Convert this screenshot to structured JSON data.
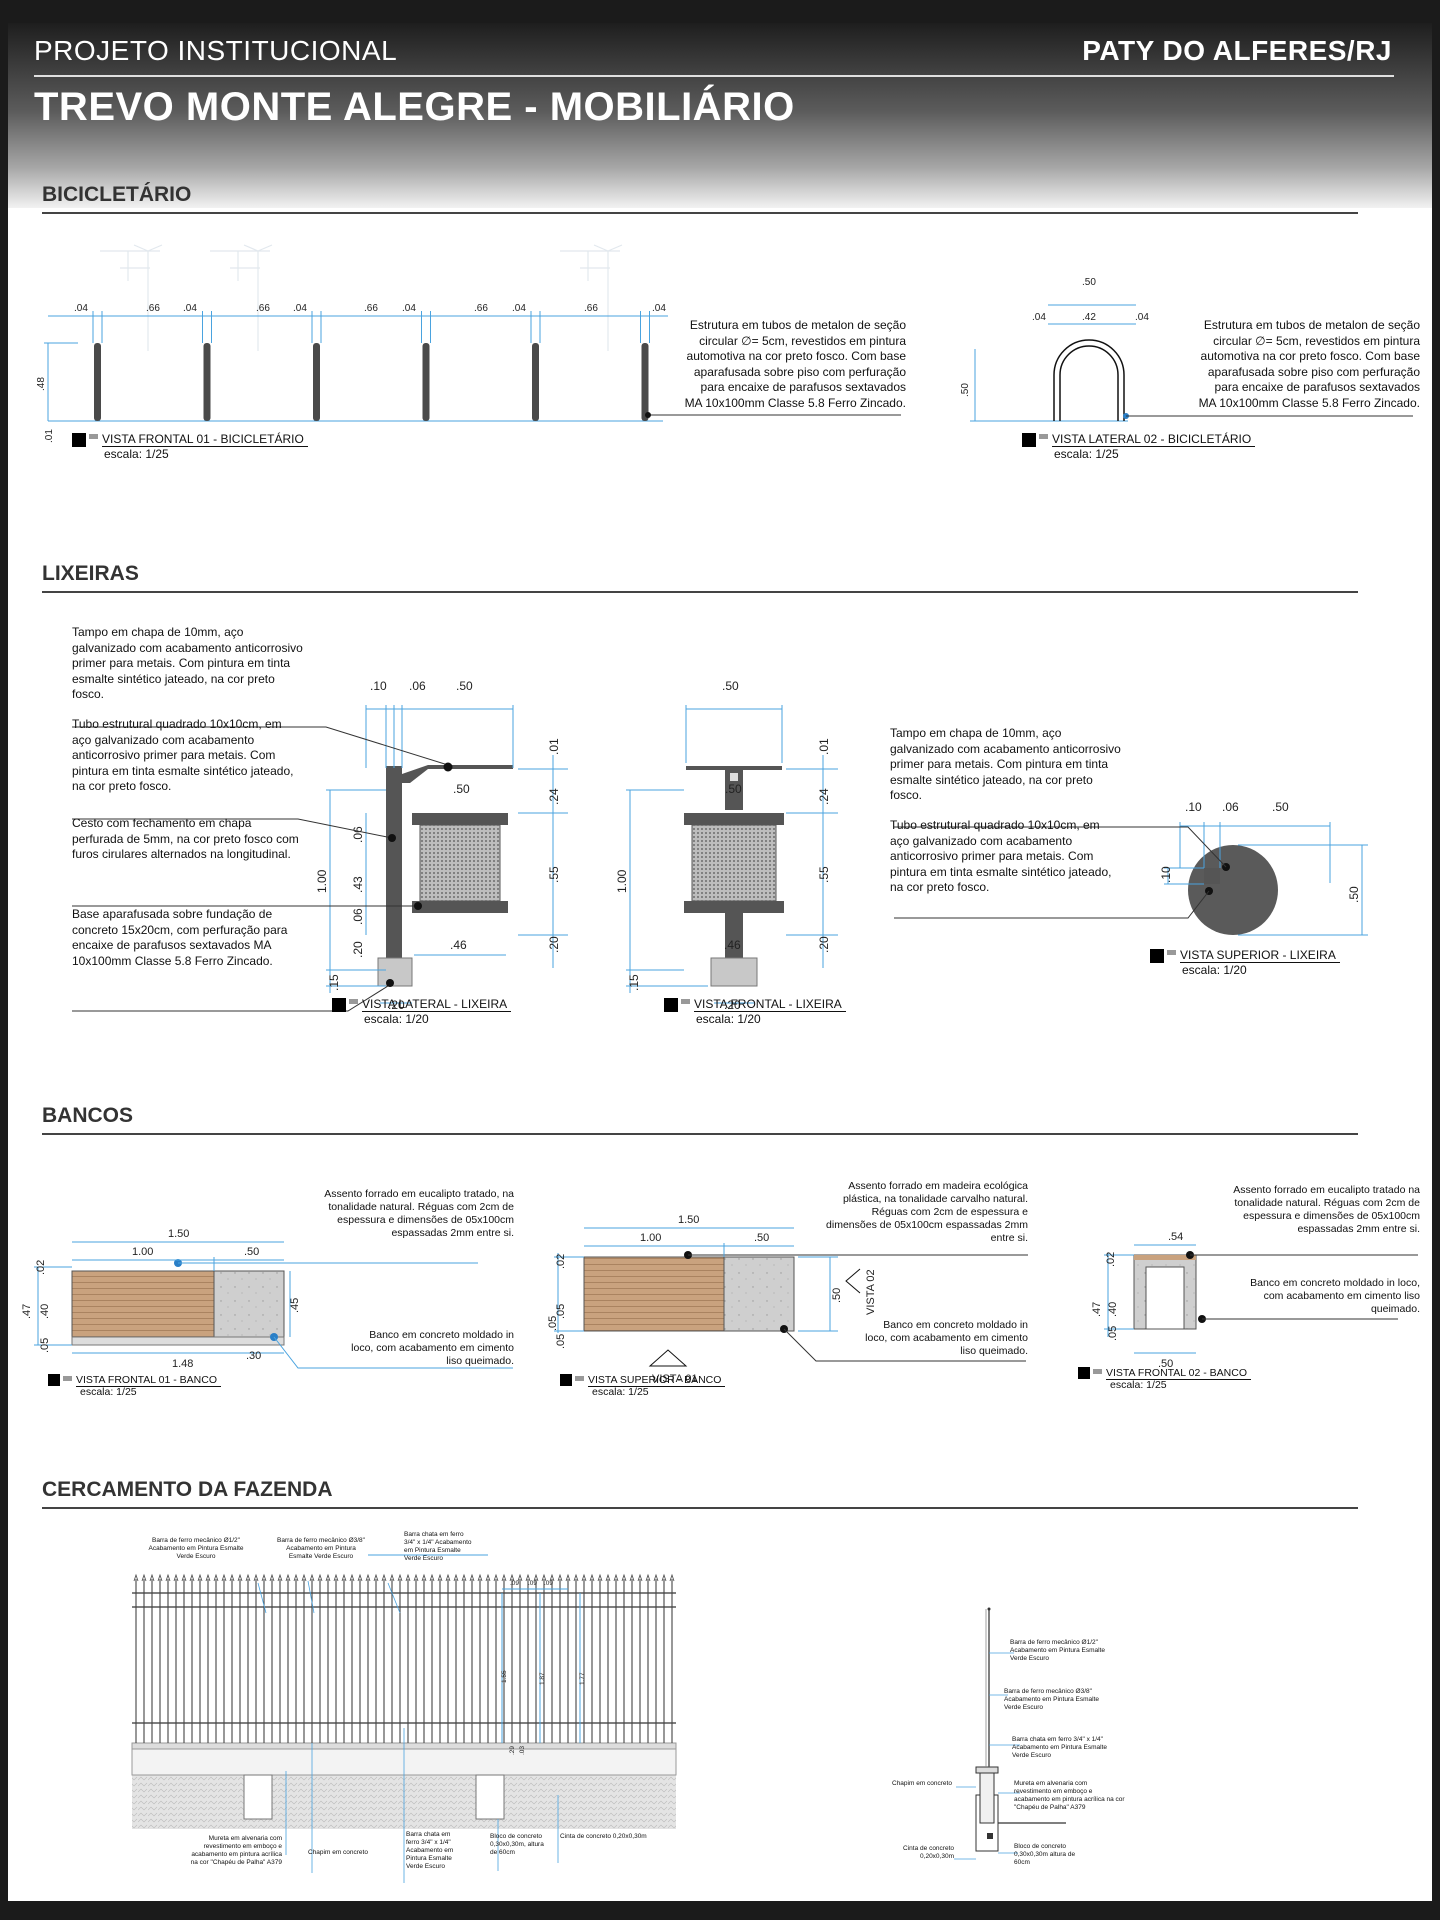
{
  "header": {
    "project_label": "PROJETO INSTITUCIONAL",
    "location": "PATY DO ALFERES/RJ",
    "title": "TREVO MONTE ALEGRE - MOBILIÁRIO"
  },
  "bicicletario": {
    "title": "BICICLETÁRIO",
    "front_dims": [
      ".04",
      ".66",
      ".04",
      ".66",
      ".04",
      ".66",
      ".04",
      ".66",
      ".04",
      ".66",
      ".04",
      ".48",
      ".01"
    ],
    "front_note": "Estrutura em tubos de metalon de seção circular ∅= 5cm, revestidos em pintura automotiva na cor preto fosco. Com base aparafusada sobre piso com perfuração para encaixe de parafusos sextavados MA 10x100mm Classe 5.8 Ferro Zincado.",
    "front_view": "VISTA FRONTAL 01 - BICICLETÁRIO",
    "front_scale": "escala: 1/25",
    "side_dims": [
      ".50",
      ".04",
      ".42",
      ".04",
      ".50"
    ],
    "side_note": "Estrutura em tubos de metalon de seção circular ∅= 5cm, revestidos em pintura automotiva na cor preto fosco. Com base aparafusada sobre piso com perfuração para encaixe de parafusos sextavados MA 10x100mm Classe 5.8 Ferro Zincado.",
    "side_view": "VISTA LATERAL 02 - BICICLETÁRIO",
    "side_scale": "escala: 1/25"
  },
  "lixeiras": {
    "title": "LIXEIRAS",
    "note_tampo": "Tampo em chapa de 10mm, aço galvanizado com acabamento anticorrosivo primer para metais. Com pintura em tinta esmalte sintético jateado, na cor preto fosco.",
    "note_tubo": "Tubo estrutural quadrado 10x10cm, em aço galvanizado com acabamento anticorrosivo primer para metais. Com pintura em tinta esmalte sintético jateado, na cor preto fosco.",
    "note_cesto": "Cesto com fechamento em chapa perfurada de 5mm, na cor preto fosco com furos cirulares alternados na longitudinal.",
    "note_base": "Base aparafusada sobre fundação de concreto 15x20cm, com perfuração para encaixe de parafusos sextavados MA 10x100mm Classe 5.8 Ferro Zincado.",
    "lateral_dims": [
      ".10",
      ".06",
      ".50",
      ".50",
      ".01",
      ".24",
      ".55",
      ".20",
      "1.00",
      ".06",
      ".43",
      ".06",
      ".20",
      ".15",
      ".46",
      ".20"
    ],
    "lateral_view": "VISTA LATERAL - LIXEIRA",
    "lateral_scale": "escala: 1/20",
    "frontal_dims": [
      ".50",
      ".50",
      ".01",
      ".24",
      ".55",
      ".20",
      "1.00",
      ".15",
      ".46",
      ".20"
    ],
    "frontal_view": "VISTA FRONTAL - LIXEIRA",
    "frontal_scale": "escala: 1/20",
    "top_note_tampo": "Tampo em chapa de 10mm, aço galvanizado com acabamento anticorrosivo primer para metais. Com pintura em tinta esmalte sintético jateado, na cor preto fosco.",
    "top_note_tubo": "Tubo estrutural quadrado 10x10cm, em aço galvanizado com acabamento anticorrosivo primer para metais. Com pintura em tinta esmalte sintético jateado, na cor preto fosco.",
    "top_dims": [
      ".10",
      ".06",
      ".50",
      ".10",
      ".50"
    ],
    "top_view": "VISTA SUPERIOR - LIXEIRA",
    "top_scale": "escala: 1/20"
  },
  "bancos": {
    "title": "BANCOS",
    "f1_note_top": "Assento forrado em eucalipto tratado, na tonalidade natural. Réguas com 2cm de espessura e dimensões de 05x100cm espassadas 2mm entre si.",
    "f1_note_bottom": "Banco em concreto moldado in loco, com acabamento em cimento liso queimado.",
    "f1_dims": [
      "1.50",
      "1.00",
      ".50",
      ".02",
      ".47",
      ".40",
      ".05",
      ".45",
      "1.48",
      ".30"
    ],
    "f1_view": "VISTA FRONTAL 01 - BANCO",
    "f1_scale": "escala: 1/25",
    "top_note_top": "Assento forrado em madeira ecológica plástica, na tonalidade carvalho natural. Réguas com 2cm de espessura e dimensões de 05x100cm espassadas 2mm entre si.",
    "top_note_bottom": "Banco em concreto moldado in loco, com acabamento em cimento liso queimado.",
    "top_dims": [
      "1.50",
      "1.00",
      ".50",
      ".02",
      ".05",
      ".05",
      ".05",
      ".50"
    ],
    "top_marker_1": "VISTA 01",
    "top_marker_2": "VISTA 02",
    "top_view": "VISTA SUPERIOR - BANCO",
    "top_scale": "escala: 1/25",
    "f2_note_top": "Assento forrado em eucalipto tratado na tonalidade natural. Réguas com 2cm de espessura e dimensões de 05x100cm espassadas 2mm entre si.",
    "f2_note_bottom": "Banco em concreto moldado in loco, com acabamento em cimento liso queimado.",
    "f2_dims": [
      ".54",
      ".02",
      ".47",
      ".40",
      ".05",
      ".50"
    ],
    "f2_view": "VISTA FRONTAL 02 - BANCO",
    "f2_scale": "escala: 1/25"
  },
  "cercamento": {
    "title": "CERCAMENTO DA FAZENDA",
    "n_barra1": "Barra de ferro mecânico Ø1/2\" Acabamento em Pintura Esmalte Verde Escuro",
    "n_barra2": "Barra de ferro mecânico Ø3/8\" Acabamento em Pintura Esmalte Verde Escuro",
    "n_chata": "Barra chata em ferro 3/4\" x 1/4\" Acabamento em Pintura Esmalte Verde Escuro",
    "n_mureta": "Mureta em alvenaria com revestimento em emboço e acabamento em pintura acrílica na cor \"Chapéu de Palha\" A379",
    "n_chapim": "Chapim em concreto",
    "n_chata2": "Barra chata em ferro 3/4\" x 1/4\" Acabamento em Pintura Esmalte Verde Escuro",
    "n_bloco": "Bloco de concreto 0,30x0,30m, altura de 60cm",
    "n_cinta": "Cinta de concreto 0,20x0,30m",
    "fence_dims": [
      ".09",
      ".09",
      ".09",
      "1.55",
      "1.87",
      "1.77",
      ".29",
      ".03"
    ],
    "s_barra1": "Barra de ferro mecânico Ø1/2\" Acabamento em Pintura Esmalte Verde Escuro",
    "s_barra2": "Barra de ferro mecânico Ø3/8\" Acabamento em Pintura Esmalte Verde Escuro",
    "s_chata": "Barra chata em ferro 3/4\" x 1/4\" Acabamento em Pintura Esmalte Verde Escuro",
    "s_chapim": "Chapim em concreto",
    "s_mureta": "Mureta em alvenaria com revestimento em emboço e acabamento em pintura acrílica na cor \"Chapéu de Palha\" A379",
    "s_cinta": "Cinta de concreto 0,20x0,30m",
    "s_bloco": "Bloco de concreto 0,30x0,30m altura de 60cm"
  },
  "colors": {
    "dimension": "#4aa3df",
    "steel": "#555555",
    "wood": "#c9a27e",
    "concrete": "#c9c9c9"
  }
}
